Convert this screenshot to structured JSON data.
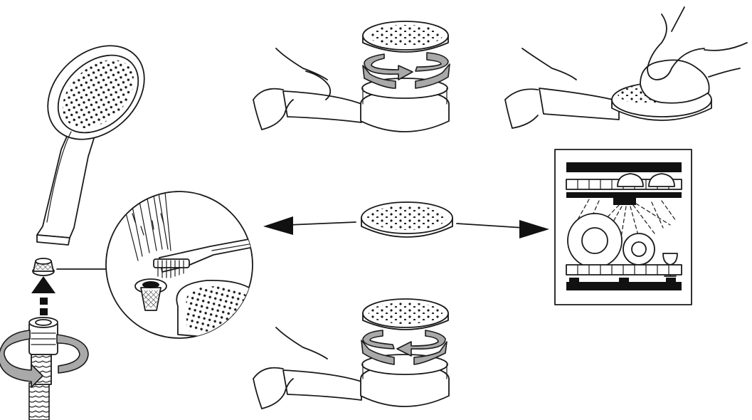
{
  "figure": {
    "kind": "instruction illustration",
    "text_labels": []
  },
  "steps": [
    {
      "id": "attach-hose",
      "shows": [
        "hand-shower",
        "inlet-filter",
        "up-arrow",
        "hose-nut",
        "rotation-arrow"
      ]
    },
    {
      "id": "clean-filter",
      "shows": [
        "toothbrush",
        "filter-basket",
        "spray-plate"
      ]
    },
    {
      "id": "unscrew-plate",
      "shows": [
        "hand",
        "spray-plate",
        "rotation-arrow"
      ]
    },
    {
      "id": "wipe-plate",
      "shows": [
        "hand",
        "cloth",
        "spray-plate"
      ]
    },
    {
      "id": "dishwasher",
      "shows": [
        "dishwasher-rack",
        "spray-plate"
      ]
    },
    {
      "id": "screw-plate",
      "shows": [
        "hand",
        "spray-plate",
        "rotation-arrow"
      ]
    }
  ],
  "colors": {
    "line": "#1a1a1a",
    "arrow_fill": "#a9a9a9",
    "black": "#111111",
    "background": "#ffffff"
  }
}
